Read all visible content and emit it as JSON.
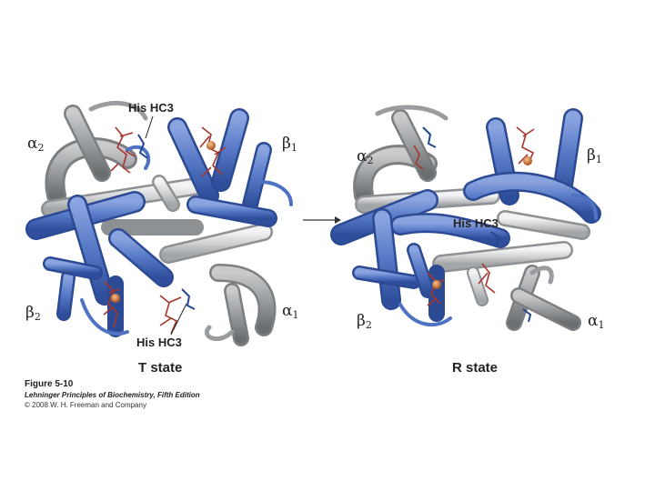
{
  "figure": {
    "left_panel": {
      "state_label": "T state",
      "subunits": [
        {
          "symbol": "α",
          "sub": "2"
        },
        {
          "symbol": "β",
          "sub": "1"
        },
        {
          "symbol": "β",
          "sub": "2"
        },
        {
          "symbol": "α",
          "sub": "1"
        }
      ],
      "residue_labels": [
        "His HC3",
        "His HC3"
      ]
    },
    "right_panel": {
      "state_label": "R state",
      "subunits": [
        {
          "symbol": "α",
          "sub": "2"
        },
        {
          "symbol": "β",
          "sub": "1"
        },
        {
          "symbol": "β",
          "sub": "2"
        },
        {
          "symbol": "α",
          "sub": "1"
        }
      ],
      "residue_labels": [
        "His HC3"
      ]
    }
  },
  "caption": {
    "figure_number": "Figure 5-10",
    "book": "Lehninger Principles of Biochemistry, Fifth Edition",
    "copyright": "© 2008 W. H. Freeman and Company"
  },
  "colors": {
    "alpha_gray": "#8f9294",
    "beta_blue": "#4f72c2",
    "heme_red": "#a5362f",
    "iron_orange": "#d07a3c",
    "histidine_blue": "#24458f"
  }
}
